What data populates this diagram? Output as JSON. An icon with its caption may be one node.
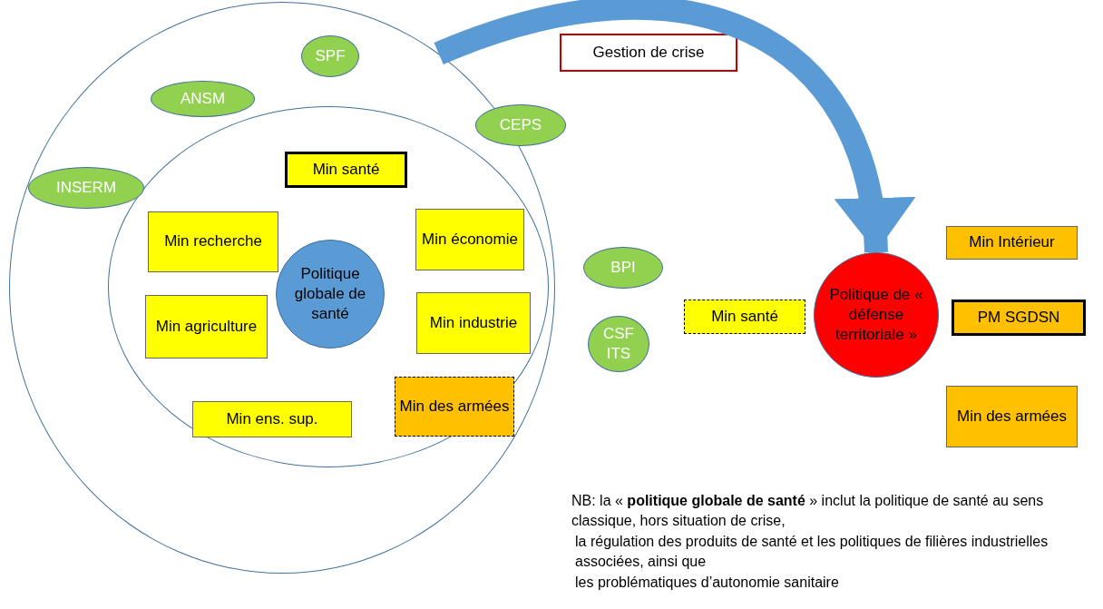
{
  "diagram": {
    "nodes": [
      {
        "text": [],
        "shape": "ellipse"
      },
      {
        "text": [],
        "shape": "ellipse",
        "in": 0
      },
      {
        "text": [
          "SPF"
        ],
        "in": 0
      },
      {
        "text": [
          "ANSM"
        ],
        "in": 0
      },
      {
        "text": [
          "CEPS"
        ]
      },
      {
        "text": [
          "INSERM"
        ],
        "in": 0
      },
      {
        "text": [
          "Min santé"
        ],
        "in": 1
      },
      {
        "text": [
          "Min recherche"
        ],
        "in": 1
      },
      {
        "text": [
          "Min économie"
        ],
        "in": 1
      },
      {
        "text": [
          "Politique globale de santé"
        ],
        "in": 1
      },
      {
        "text": [
          "Min agriculture"
        ],
        "in": 1
      },
      {
        "text": [
          "Min industrie"
        ],
        "in": 1
      },
      {
        "text": [
          "Min ens. sup."
        ],
        "in": 1
      },
      {
        "text": [
          "Min des armées"
        ],
        "in": 1
      },
      {
        "text": [
          "BPI"
        ]
      },
      {
        "text": [
          "CSF ITS"
        ]
      },
      {
        "text": [
          "Gestion de crise"
        ]
      },
      {
        "text": [
          "Min Intérieur"
        ]
      },
      {
        "text": [
          "Politique de « défense territoriale »"
        ]
      },
      {
        "text": [
          "Min santé"
        ]
      },
      {
        "text": [
          "PM SGDSN"
        ]
      },
      {
        "text": [
          "Min des armées"
        ]
      }
    ],
    "edges": [
      {
        "from": 0,
        "to": 18,
        "arrow": "to"
      }
    ],
    "labels": [
      "NB: la « **politique globale de santé** » inclut la politique de santé au sens classique, hors situation de crise,",
      "la régulation des produits de santé et les politiques de filières industrielles associées, ainsi que",
      "les problématiques d’autonomie sanitaire"
    ]
  }
}
